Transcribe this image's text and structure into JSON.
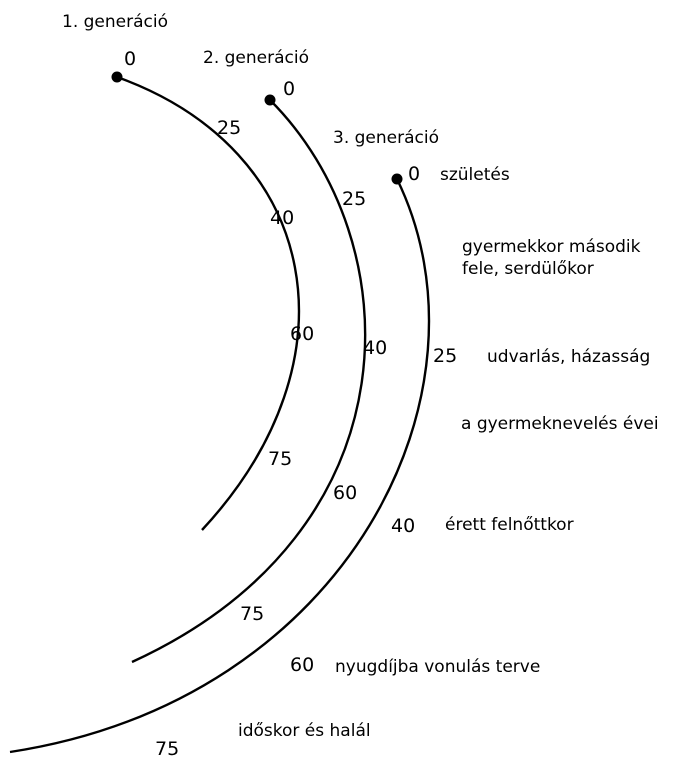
{
  "generations": [
    {
      "title": "1. generáció",
      "ages": [
        "0",
        "25",
        "40",
        "60",
        "75"
      ]
    },
    {
      "title": "2. generáció",
      "ages": [
        "0",
        "25",
        "40",
        "60",
        "75"
      ]
    },
    {
      "title": "3. generáció",
      "ages": [
        "0",
        "25",
        "40",
        "60",
        "75"
      ]
    }
  ],
  "stages": [
    "születés",
    "gyermekkor második fele, serdülőkor",
    "udvarlás, házasság",
    "a gyermeknevelés évei",
    "érett felnőttkor",
    "nyugdíjba vonulás terve",
    "időskor és halál"
  ],
  "colors": {
    "line": "#000000",
    "text": "#000000",
    "background": "#ffffff"
  }
}
